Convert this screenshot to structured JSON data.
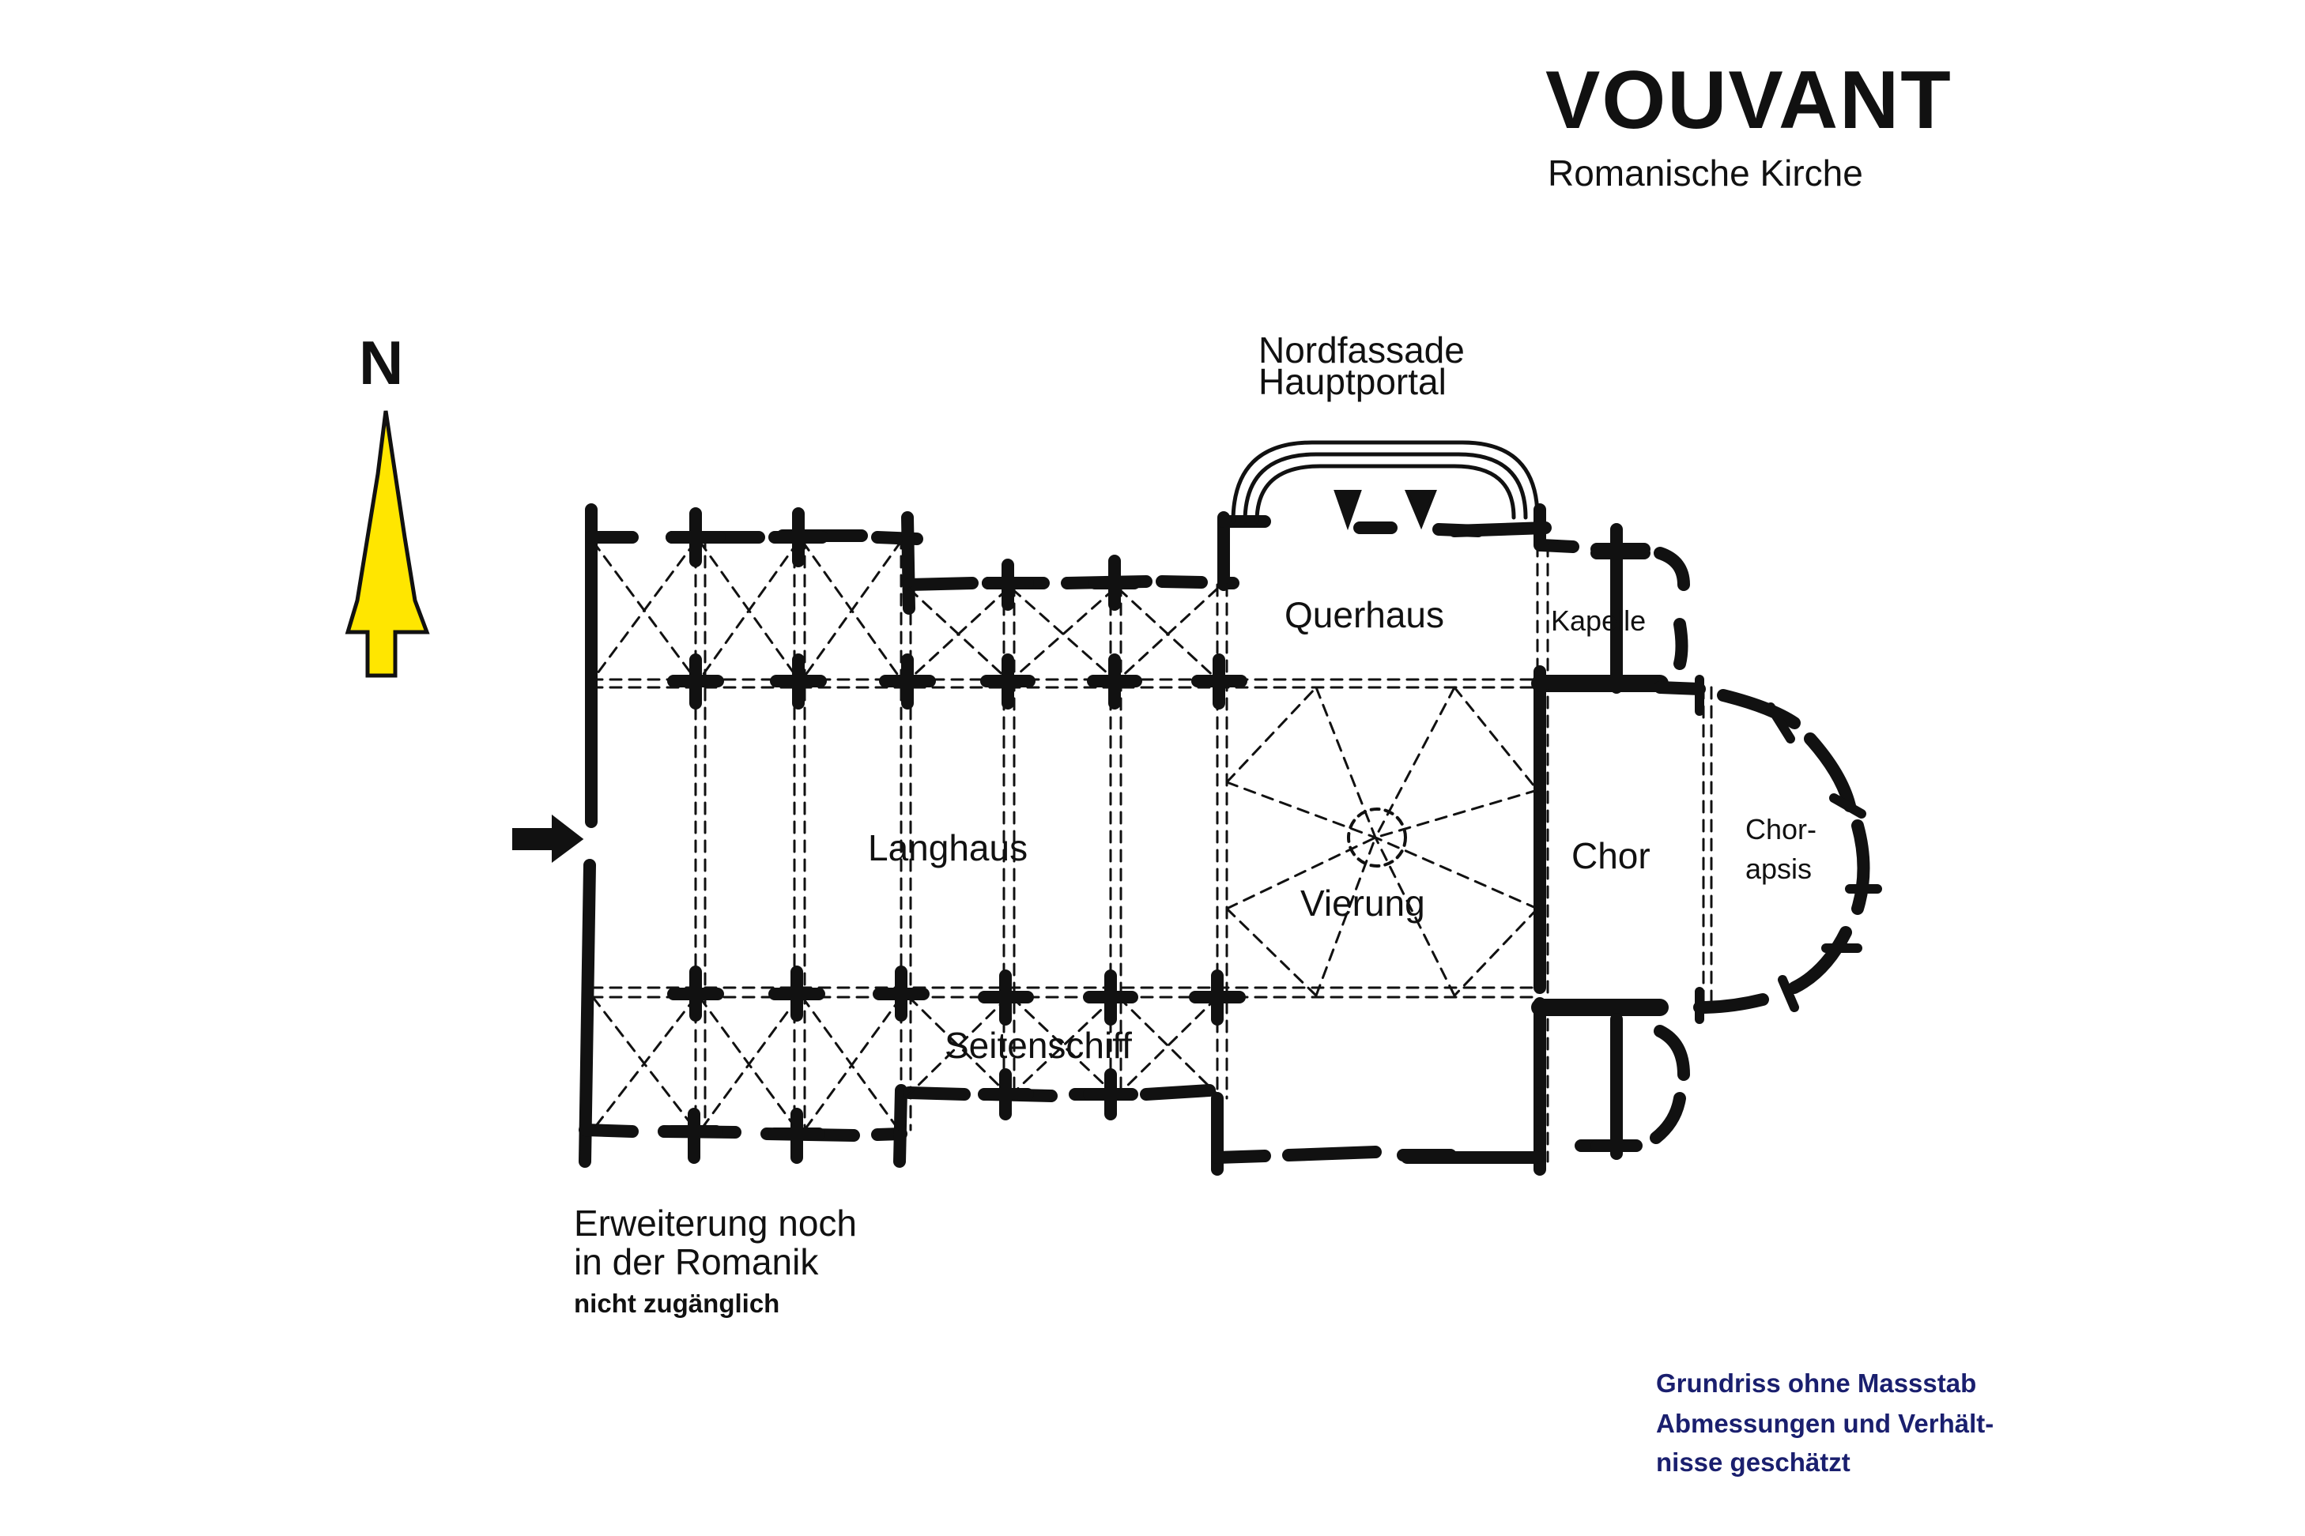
{
  "title": "VOUVANT",
  "subtitle": "Romanische Kirche",
  "north_label": "N",
  "labels": {
    "nordfassade": "Nordfassade",
    "hauptportal": "Hauptportal",
    "querhaus": "Querhaus",
    "kapelle": "Kapelle",
    "langhaus": "Langhaus",
    "chor": "Chor",
    "chorapsis_1": "Chor-",
    "chorapsis_2": "apsis",
    "vierung": "Vierung",
    "seitenschiff": "Seitenschiff"
  },
  "extension_note": {
    "line1": "Erweiterung noch",
    "line2": "in der Romanik",
    "line3": "nicht zugänglich"
  },
  "scale_note": {
    "line1": "Grundriss ohne Massstab",
    "line2": "Abmessungen und Verhält-",
    "line3": "nisse geschätzt"
  },
  "colors": {
    "ink": "#111111",
    "north_arrow_fill": "#ffe600",
    "note_text": "#1a1f6e"
  }
}
